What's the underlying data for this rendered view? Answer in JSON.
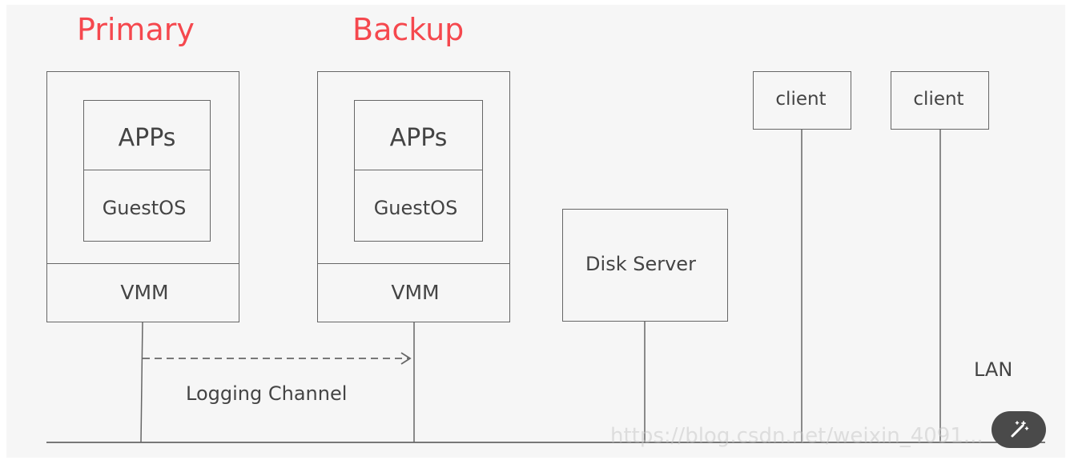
{
  "primary": {
    "title": "Primary",
    "apps": "APPs",
    "guest_os": "GuestOS",
    "vmm": "VMM"
  },
  "backup": {
    "title": "Backup",
    "apps": "APPs",
    "guest_os": "GuestOS",
    "vmm": "VMM"
  },
  "disk_server": "Disk Server",
  "clients": [
    "client",
    "client"
  ],
  "logging_channel": "Logging Channel",
  "lan": "LAN",
  "watermark": "https://blog.csdn.net/weixin_4091...",
  "colors": {
    "title_red": "#f5484e",
    "line": "#666666",
    "text": "#444444"
  },
  "icons": {
    "magic_button": "magic-wand-icon"
  }
}
